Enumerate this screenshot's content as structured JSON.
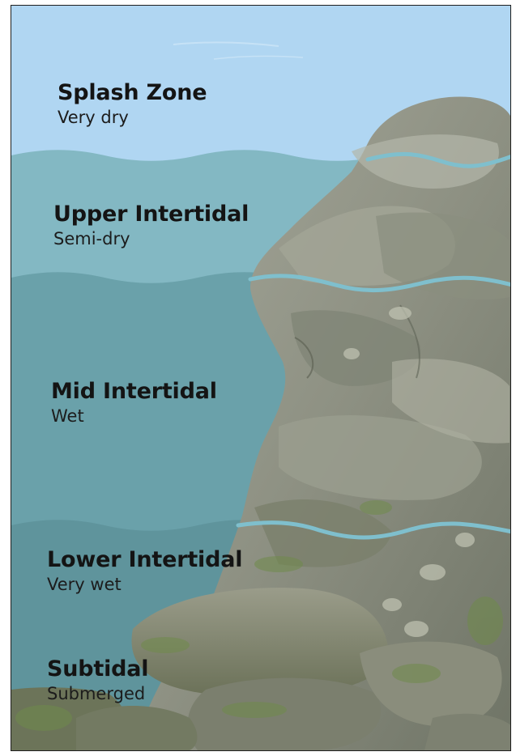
{
  "diagram": {
    "zones": [
      {
        "name": "Splash Zone",
        "description": "Very dry"
      },
      {
        "name": "Upper Intertidal",
        "description": "Semi-dry"
      },
      {
        "name": "Mid Intertidal",
        "description": "Wet"
      },
      {
        "name": "Lower Intertidal",
        "description": "Very wet"
      },
      {
        "name": "Subtidal",
        "description": "Submerged"
      }
    ]
  },
  "colors": {
    "sky": "#b0d6f2",
    "upper_water": "#83b8c3",
    "mid_water": "#6aa1aa",
    "lower_water": "#5f949c",
    "wave_line": "#7fbfcd",
    "rock": "#8f9384",
    "moss": "#6f8a4a"
  }
}
